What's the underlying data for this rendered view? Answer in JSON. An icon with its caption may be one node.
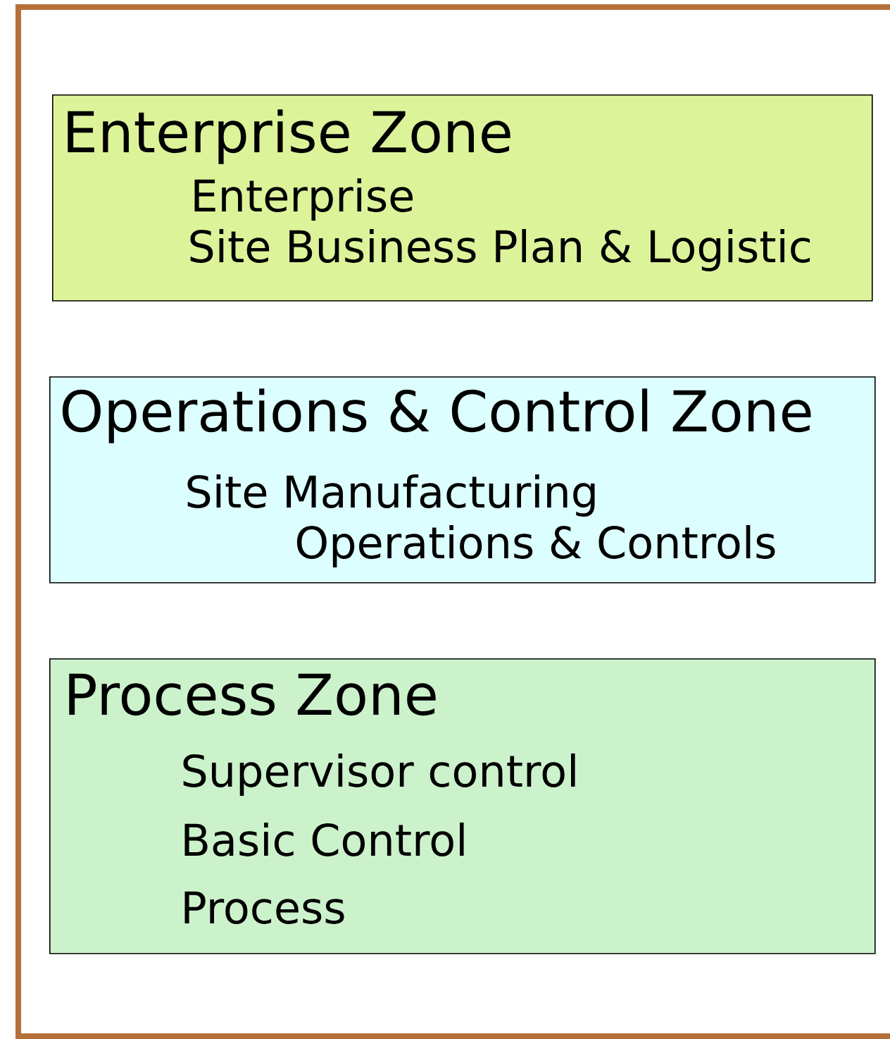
{
  "diagram": {
    "nodes": [
      {
        "text": [
          "Enterprise Zone",
          "Enterprise",
          "Site Business Plan & Logistic"
        ]
      },
      {
        "text": [
          "Operations & Control Zone",
          "Site Manufacturing",
          "Operations & Controls"
        ]
      },
      {
        "text": [
          "Process Zone",
          "Supervisor control",
          "Basic Control",
          "Process"
        ]
      }
    ]
  }
}
